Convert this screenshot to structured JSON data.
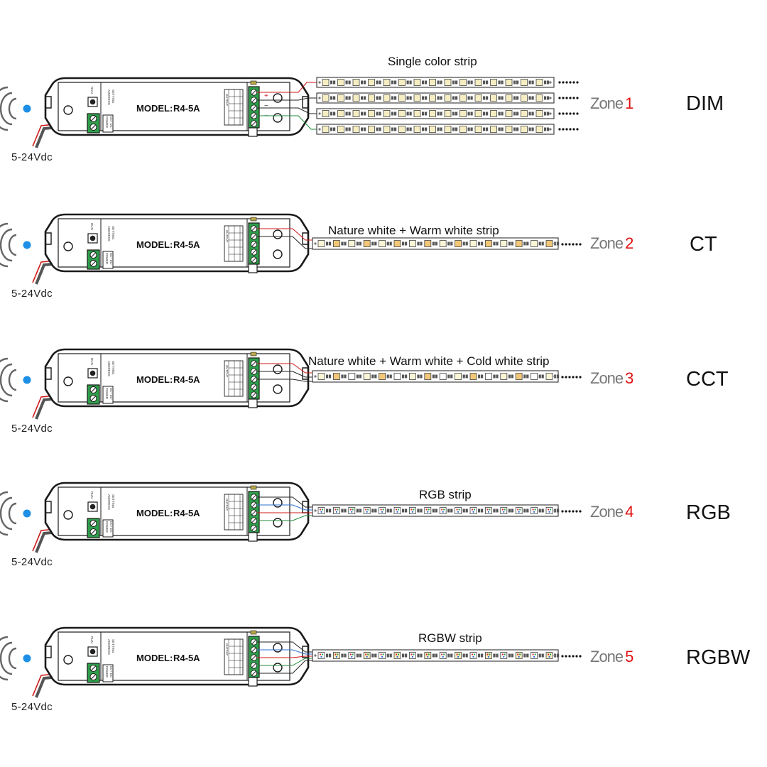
{
  "device": {
    "model_label": "MODEL:",
    "model_value": "R4-5A",
    "run_label": "RUN",
    "address_label": "ADDRESS",
    "setting_label": "SETTING",
    "power_label": "POWER",
    "dc_label": "DC+ DC-",
    "output_label": "OUTPUT",
    "terminal_plus": "+",
    "terminal_minus": "−"
  },
  "power_input": "5-24Vdc",
  "rows": [
    {
      "strip_label": "Single color strip",
      "zone_word": "Zone",
      "zone_number": "1",
      "mode": "DIM",
      "strip_type": "single"
    },
    {
      "strip_label": "Nature white + Warm white strip",
      "zone_word": "Zone",
      "zone_number": "2",
      "mode": "CT",
      "strip_type": "ct"
    },
    {
      "strip_label": "Nature white + Warm white + Cold white strip",
      "zone_word": "Zone",
      "zone_number": "3",
      "mode": "CCT",
      "strip_type": "cct"
    },
    {
      "strip_label": "RGB strip",
      "zone_word": "Zone",
      "zone_number": "4",
      "mode": "RGB",
      "strip_type": "rgb"
    },
    {
      "strip_label": "RGBW strip",
      "zone_word": "Zone",
      "zone_number": "5",
      "mode": "RGBW",
      "strip_type": "rgbw"
    }
  ],
  "colors": {
    "outline": "#1a1a1a",
    "terminal_green": "#2e9e4a",
    "wire_red": "#d01818",
    "wire_green": "#1f8a3a",
    "wire_blue": "#2a6fd0",
    "wire_black": "#222222",
    "remote_dot": "#1e8fe6",
    "zone_number": "#e01010",
    "zone_word": "#777777"
  },
  "icons": {
    "remote": "wireless-remote-icon",
    "dots": "continuation-dots-icon"
  }
}
